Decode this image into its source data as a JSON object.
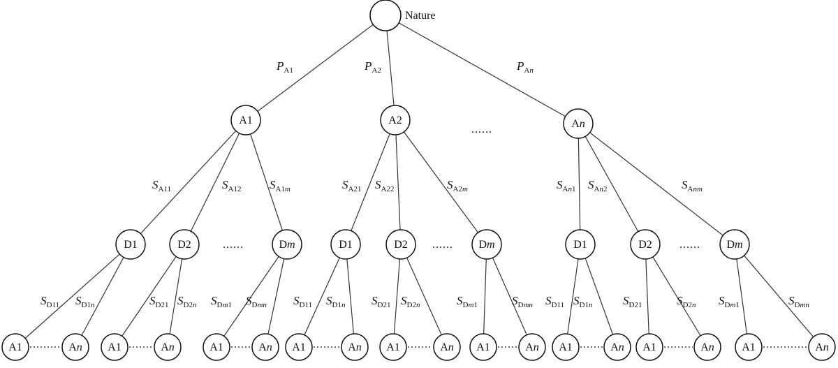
{
  "root": {
    "label": "Nature"
  },
  "level1": [
    {
      "id": "A1",
      "parts": [
        [
          "A1",
          false
        ]
      ]
    },
    {
      "id": "A2",
      "parts": [
        [
          "A2",
          false
        ]
      ]
    },
    {
      "id": "An",
      "parts": [
        [
          "A",
          false
        ],
        [
          "n",
          true
        ]
      ]
    }
  ],
  "level1_ellipsis": "......",
  "root_edges": [
    {
      "base": "P",
      "sub": [
        [
          "A1",
          false
        ]
      ]
    },
    {
      "base": "P",
      "sub": [
        [
          "A2",
          false
        ]
      ]
    },
    {
      "base": "P",
      "sub": [
        [
          "A",
          false
        ],
        [
          "n",
          true
        ]
      ]
    }
  ],
  "groups": [
    {
      "edges": [
        {
          "base": "S",
          "sub": [
            [
              "A11",
              false
            ]
          ]
        },
        {
          "base": "S",
          "sub": [
            [
              "A12",
              false
            ]
          ]
        },
        {
          "base": "S",
          "sub": [
            [
              "A1",
              false
            ],
            [
              "m",
              true
            ]
          ]
        }
      ],
      "d_nodes": [
        {
          "parts": [
            [
              "D1",
              false
            ]
          ]
        },
        {
          "parts": [
            [
              "D2",
              false
            ]
          ]
        },
        {
          "parts": [
            [
              "D",
              false
            ],
            [
              "m",
              true
            ]
          ]
        }
      ],
      "ellipsis": "......",
      "d_edges": [
        [
          {
            "base": "S",
            "sub": [
              [
                "D11",
                false
              ]
            ]
          },
          {
            "base": "S",
            "sub": [
              [
                "D1",
                false
              ],
              [
                "n",
                true
              ]
            ]
          }
        ],
        [
          {
            "base": "S",
            "sub": [
              [
                "D21",
                false
              ]
            ]
          },
          {
            "base": "S",
            "sub": [
              [
                "D2",
                false
              ],
              [
                "n",
                true
              ]
            ]
          }
        ],
        [
          {
            "base": "S",
            "sub": [
              [
                "D",
                false
              ],
              [
                "m",
                true
              ],
              [
                "1",
                false
              ]
            ]
          },
          {
            "base": "S",
            "sub": [
              [
                "D",
                false
              ],
              [
                "mn",
                true
              ]
            ]
          }
        ]
      ]
    },
    {
      "edges": [
        {
          "base": "S",
          "sub": [
            [
              "A21",
              false
            ]
          ]
        },
        {
          "base": "S",
          "sub": [
            [
              "A22",
              false
            ]
          ]
        },
        {
          "base": "S",
          "sub": [
            [
              "A2",
              false
            ],
            [
              "m",
              true
            ]
          ]
        }
      ],
      "d_nodes": [
        {
          "parts": [
            [
              "D1",
              false
            ]
          ]
        },
        {
          "parts": [
            [
              "D2",
              false
            ]
          ]
        },
        {
          "parts": [
            [
              "D",
              false
            ],
            [
              "m",
              true
            ]
          ]
        }
      ],
      "ellipsis": "......",
      "d_edges": [
        [
          {
            "base": "S",
            "sub": [
              [
                "D11",
                false
              ]
            ]
          },
          {
            "base": "S",
            "sub": [
              [
                "D1",
                false
              ],
              [
                "n",
                true
              ]
            ]
          }
        ],
        [
          {
            "base": "S",
            "sub": [
              [
                "D21",
                false
              ]
            ]
          },
          {
            "base": "S",
            "sub": [
              [
                "D2",
                false
              ],
              [
                "n",
                true
              ]
            ]
          }
        ],
        [
          {
            "base": "S",
            "sub": [
              [
                "D",
                false
              ],
              [
                "m",
                true
              ],
              [
                "1",
                false
              ]
            ]
          },
          {
            "base": "S",
            "sub": [
              [
                "D",
                false
              ],
              [
                "mn",
                true
              ]
            ]
          }
        ]
      ]
    },
    {
      "edges": [
        {
          "base": "S",
          "sub": [
            [
              "A",
              false
            ],
            [
              "n",
              true
            ],
            [
              "1",
              false
            ]
          ]
        },
        {
          "base": "S",
          "sub": [
            [
              "A",
              false
            ],
            [
              "n",
              true
            ],
            [
              "2",
              false
            ]
          ]
        },
        {
          "base": "S",
          "sub": [
            [
              "A",
              false
            ],
            [
              "nm",
              true
            ]
          ]
        }
      ],
      "d_nodes": [
        {
          "parts": [
            [
              "D1",
              false
            ]
          ]
        },
        {
          "parts": [
            [
              "D2",
              false
            ]
          ]
        },
        {
          "parts": [
            [
              "D",
              false
            ],
            [
              "m",
              true
            ]
          ]
        }
      ],
      "ellipsis": "......",
      "d_edges": [
        [
          {
            "base": "S",
            "sub": [
              [
                "D11",
                false
              ]
            ]
          },
          {
            "base": "S",
            "sub": [
              [
                "D1",
                false
              ],
              [
                "n",
                true
              ]
            ]
          }
        ],
        [
          {
            "base": "S",
            "sub": [
              [
                "D21",
                false
              ]
            ]
          },
          {
            "base": "S",
            "sub": [
              [
                "D2",
                false
              ],
              [
                "n",
                true
              ]
            ]
          }
        ],
        [
          {
            "base": "S",
            "sub": [
              [
                "D",
                false
              ],
              [
                "m",
                true
              ],
              [
                "1",
                false
              ]
            ]
          },
          {
            "base": "S",
            "sub": [
              [
                "D",
                false
              ],
              [
                "mn",
                true
              ]
            ]
          }
        ]
      ]
    }
  ],
  "leaf_pair": [
    {
      "parts": [
        [
          "A1",
          false
        ]
      ]
    },
    {
      "parts": [
        [
          "A",
          false
        ],
        [
          "n",
          true
        ]
      ]
    }
  ],
  "leaf_ellipsis": "......"
}
